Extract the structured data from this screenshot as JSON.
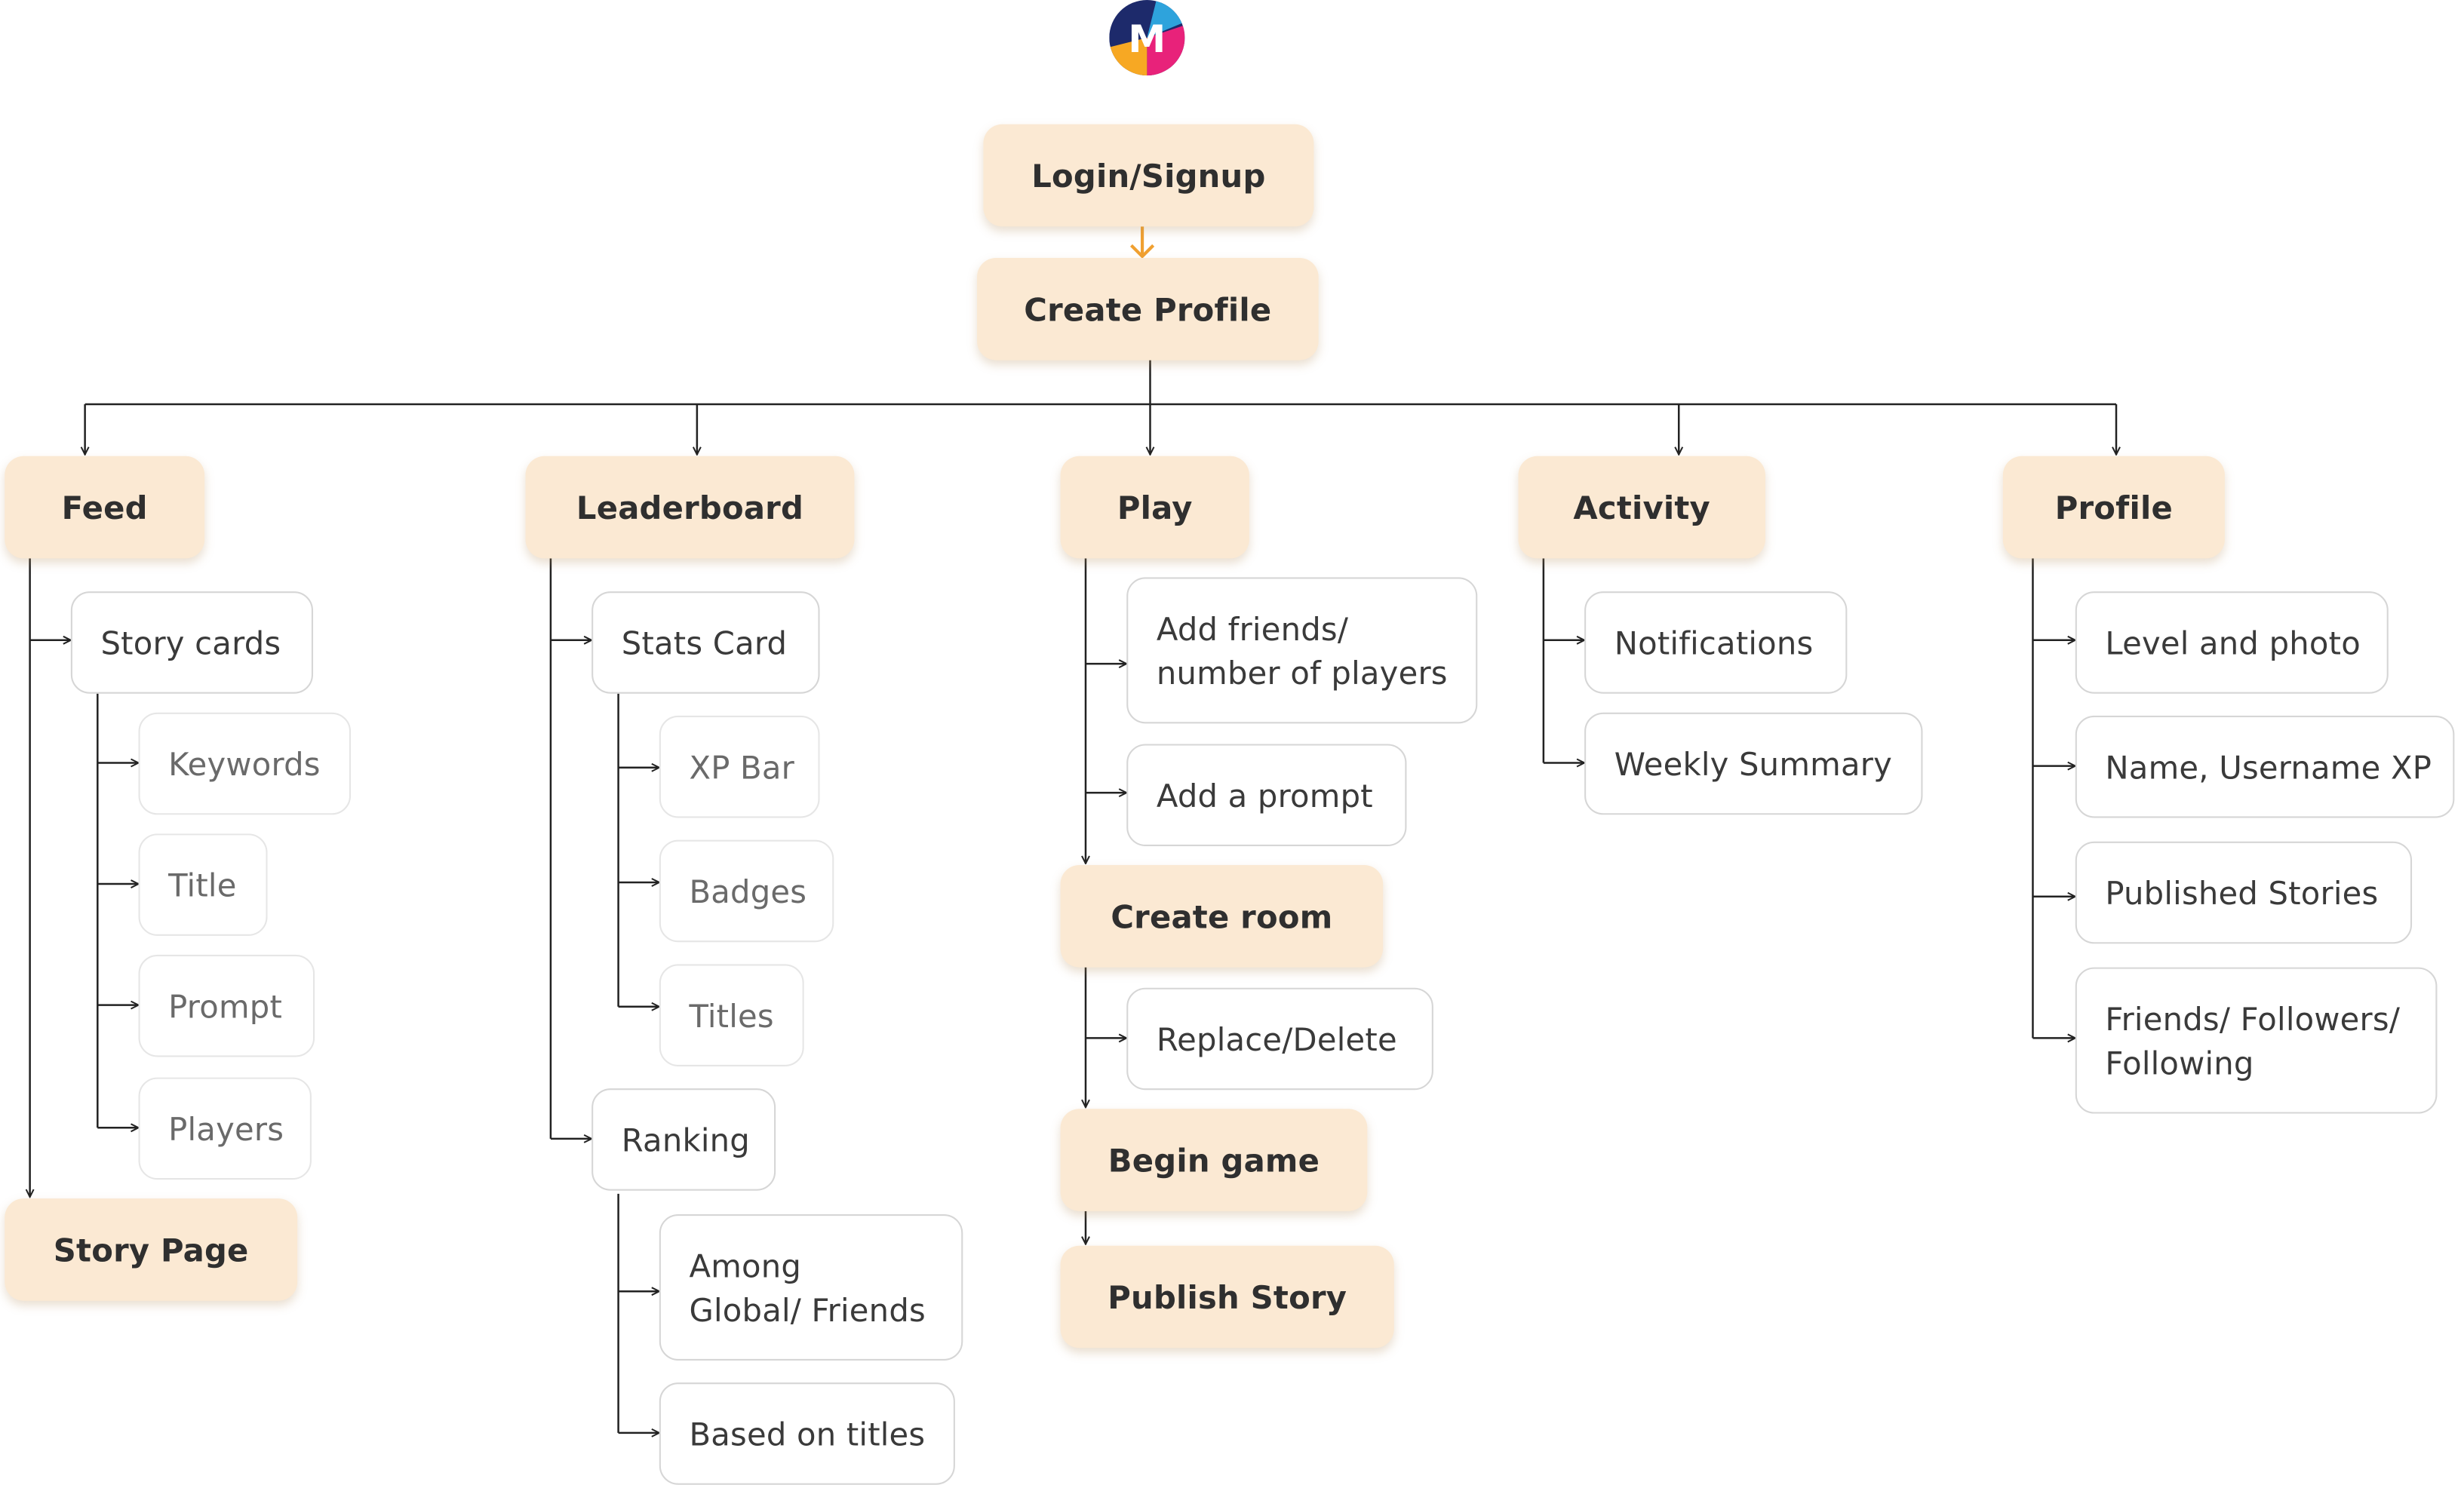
{
  "logo": {
    "letter": "M",
    "colors": [
      "#1d2a6b",
      "#e8227a",
      "#f7a823",
      "#2ea3dc"
    ]
  },
  "colors": {
    "main_fill": "#fbe9d3",
    "accent_arrow": "#f0a030",
    "line": "#222222"
  },
  "login": "Login/Signup",
  "create_profile": "Create Profile",
  "feed": {
    "title": "Feed",
    "story_cards": "Story cards",
    "children": [
      "Keywords",
      "Title",
      "Prompt",
      "Players"
    ],
    "story_page": "Story Page"
  },
  "leaderboard": {
    "title": "Leaderboard",
    "stats_card": "Stats Card",
    "stats_children": [
      "XP Bar",
      "Badges",
      "Titles"
    ],
    "ranking": "Ranking",
    "ranking_children": [
      "Among\nGlobal/ Friends",
      "Based on titles"
    ]
  },
  "play": {
    "title": "Play",
    "add_friends": "Add friends/\nnumber of players",
    "add_prompt": "Add a prompt",
    "create_room": "Create room",
    "replace_delete": "Replace/Delete",
    "begin_game": "Begin game",
    "publish_story": "Publish Story"
  },
  "activity": {
    "title": "Activity",
    "children": [
      "Notifications",
      "Weekly Summary"
    ]
  },
  "profile": {
    "title": "Profile",
    "children": [
      "Level and photo",
      "Name, Username XP",
      "Published Stories",
      "Friends/ Followers/\n Following"
    ]
  }
}
